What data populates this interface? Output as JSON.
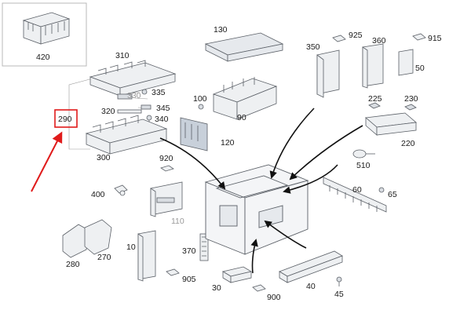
{
  "diagram": {
    "inset_label": "420",
    "highlighted_label": "290",
    "highlight_color": "#e01b1b",
    "part_fill": "#eef0f2",
    "part_stroke": "#5a5f66",
    "labels": [
      "310",
      "330",
      "335",
      "345",
      "320",
      "340",
      "300",
      "400",
      "920",
      "110",
      "280",
      "270",
      "10",
      "370",
      "905",
      "30",
      "900",
      "40",
      "45",
      "60",
      "65",
      "510",
      "220",
      "225",
      "230",
      "350",
      "925",
      "360",
      "915",
      "50",
      "130",
      "100",
      "90",
      "120"
    ]
  }
}
